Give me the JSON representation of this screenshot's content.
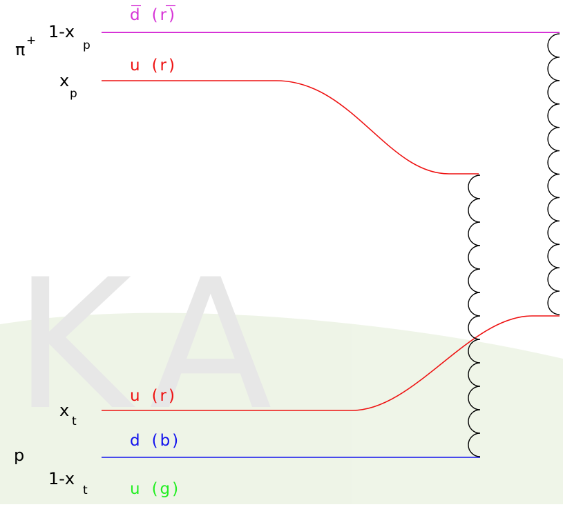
{
  "watermark": {
    "text": "KA"
  },
  "colors": {
    "magenta": "#d633d6",
    "red": "#ee1111",
    "blue": "#1111ee",
    "green": "#22ee22",
    "black": "#000000"
  },
  "hadrons": {
    "pion": {
      "base": "π",
      "sup": "+"
    },
    "proton": "p"
  },
  "momentum_fractions": {
    "pion_top": {
      "base": "1-x",
      "sub": "p"
    },
    "pion_bottom": {
      "base": "x",
      "sub": "p"
    },
    "proton_top": {
      "base": "x",
      "sub": "t"
    },
    "proton_bottom": {
      "base": "1-x",
      "sub": "t"
    }
  },
  "quarks": {
    "dbar": {
      "flavor": "d",
      "color": "(r)",
      "bar": true
    },
    "u_pion": {
      "flavor": "u",
      "color": "(r)"
    },
    "u_proton_r": {
      "flavor": "u",
      "color": "(r)"
    },
    "d_proton": {
      "flavor": "d",
      "color": "(b)"
    },
    "u_proton_g": {
      "flavor": "u",
      "color": "(g)"
    }
  }
}
